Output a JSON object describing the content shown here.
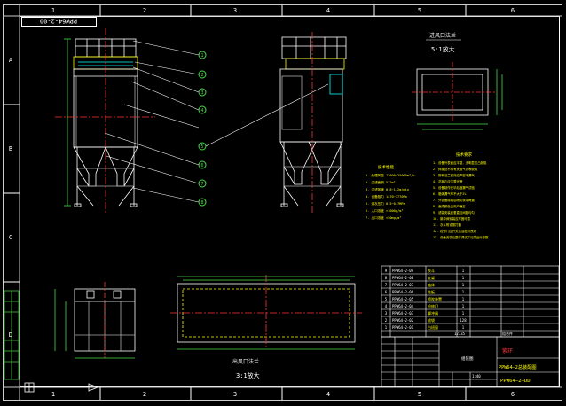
{
  "sheet": {
    "zones_top": [
      "1",
      "2",
      "3",
      "4",
      "5",
      "6"
    ],
    "zones_bottom": [
      "1",
      "2",
      "3",
      "4",
      "5",
      "6"
    ],
    "zones_side": [
      "A",
      "B",
      "C",
      "D"
    ],
    "drawing_no_rotated": "PPW64-2-00"
  },
  "detail_a": {
    "title": "进风口法兰",
    "scale": "5:1放大"
  },
  "detail_b": {
    "title": "出风口法兰",
    "scale": "3:1放大"
  },
  "callouts": [
    "1",
    "2",
    "3",
    "4",
    "5",
    "6",
    "7",
    "8"
  ],
  "tech_spec": {
    "title": "技术性能",
    "items": [
      "1. 处理风量 12600~25000m³/h",
      "2. 过滤面积 512m²",
      "3. 过滤风速 0.8~1.2m/min",
      "4. 设备阻力 1470~1770Pa",
      "5. 清灰压力 0.5~0.7MPa",
      "6. 入口浓度 <1000g/m³",
      "7. 出口浓度 <50mg/m³"
    ]
  },
  "tech_req": {
    "title": "技术要求",
    "items": [
      "1. 设备外表面应平整，无明显凹凸缺陷",
      "2. 焊接处不得有夹渣气孔等缺陷",
      "3. 所有法兰密封应严密不漏气",
      "4. 花板孔应平整光滑",
      "5. 设备制作完毕后做漏气试验",
      "6. 箱体漏气率不大于2%",
      "7. 外表面除锈后喷防锈漆两道",
      "8. 面漆颜色由用户确定",
      "9. 滤袋安装应垂直且间距均匀",
      "10. 脉冲阀安装应牢固可靠",
      "11. 灰斗附设振打器",
      "12. 检修门应开关灵活密封良好",
      "13. 设备安装后整体调试并记录运行参数"
    ]
  },
  "bom": {
    "rows": [
      {
        "seq": "9",
        "code": "PPW64-2-09",
        "name": "灰斗",
        "qty": "1"
      },
      {
        "seq": "8",
        "code": "PPW64-2-08",
        "name": "支架",
        "qty": "1"
      },
      {
        "seq": "7",
        "code": "PPW64-2-07",
        "name": "箱体",
        "qty": "1"
      },
      {
        "seq": "6",
        "code": "PPW64-2-06",
        "name": "花板",
        "qty": "1"
      },
      {
        "seq": "5",
        "code": "PPW64-2-05",
        "name": "喷吹装置",
        "qty": "1"
      },
      {
        "seq": "4",
        "code": "PPW64-2-04",
        "name": "检修门",
        "qty": "1"
      },
      {
        "seq": "3",
        "code": "PPW64-2-03",
        "name": "脚冲阀",
        "qty": "1"
      },
      {
        "seq": "2",
        "code": "PPW64-2-02",
        "name": "滤袋",
        "qty": "128"
      },
      {
        "seq": "1",
        "code": "PPW64-2-01",
        "name": "白班窗",
        "qty": "1"
      }
    ]
  },
  "title_block": {
    "company": "紫环",
    "drawing_title": "PPW64—2总装配图",
    "drawing_no": "PPW64—2—DD",
    "scale": "1:40",
    "material": "组合件",
    "weight": "12735",
    "drawing_label": "组装图"
  }
}
